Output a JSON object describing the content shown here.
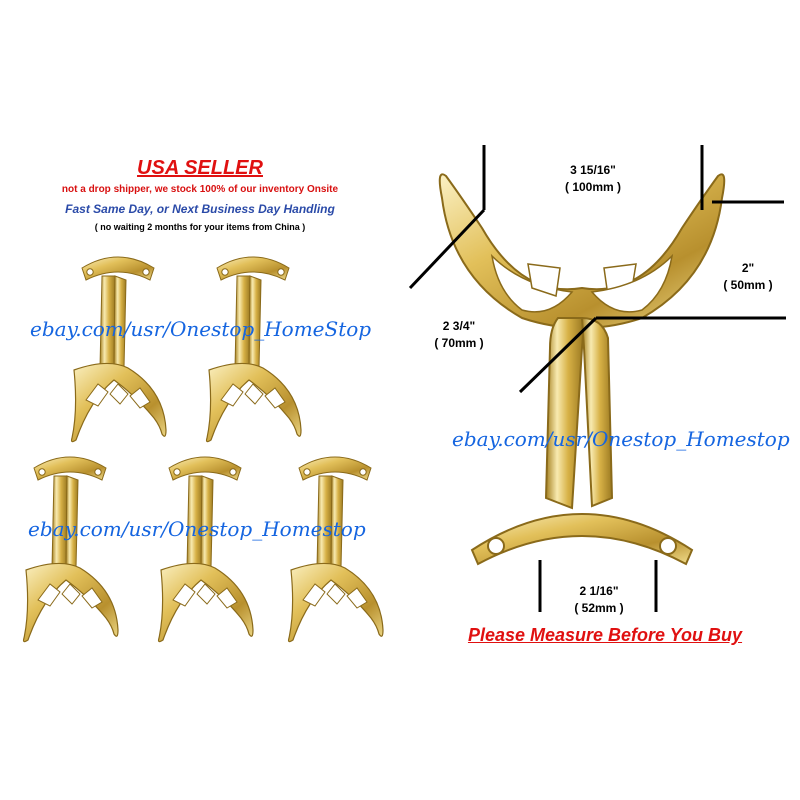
{
  "header": {
    "title": "USA SELLER",
    "line1": "not a drop shipper, we stock 100% of our inventory Onsite",
    "line2": "Fast Same Day, or Next Business Day Handling",
    "line3": "( no waiting 2 months for your items from China )"
  },
  "watermarks": {
    "left_top": "ebay.com/usr/Onestop_HomeStop",
    "left_bottom": "ebay.com/usr/Onestop_Homestop",
    "right": "ebay.com/usr/Onestop_Homestop"
  },
  "dimensions": {
    "width_in": "3 15/16\"",
    "width_mm": "( 100mm )",
    "height_in": "2\"",
    "height_mm": "( 50mm )",
    "length_in": "2 3/4\"",
    "length_mm": "( 70mm )",
    "base_in": "2 1/16\"",
    "base_mm": "( 52mm )"
  },
  "footer": {
    "measure_notice": "Please Measure Before You Buy"
  },
  "colors": {
    "brass": "#d8b24a",
    "brass_highlight": "#f6e7a8",
    "brass_shadow": "#9c7a22",
    "watermark": "#1565e0",
    "red": "#e01010"
  }
}
